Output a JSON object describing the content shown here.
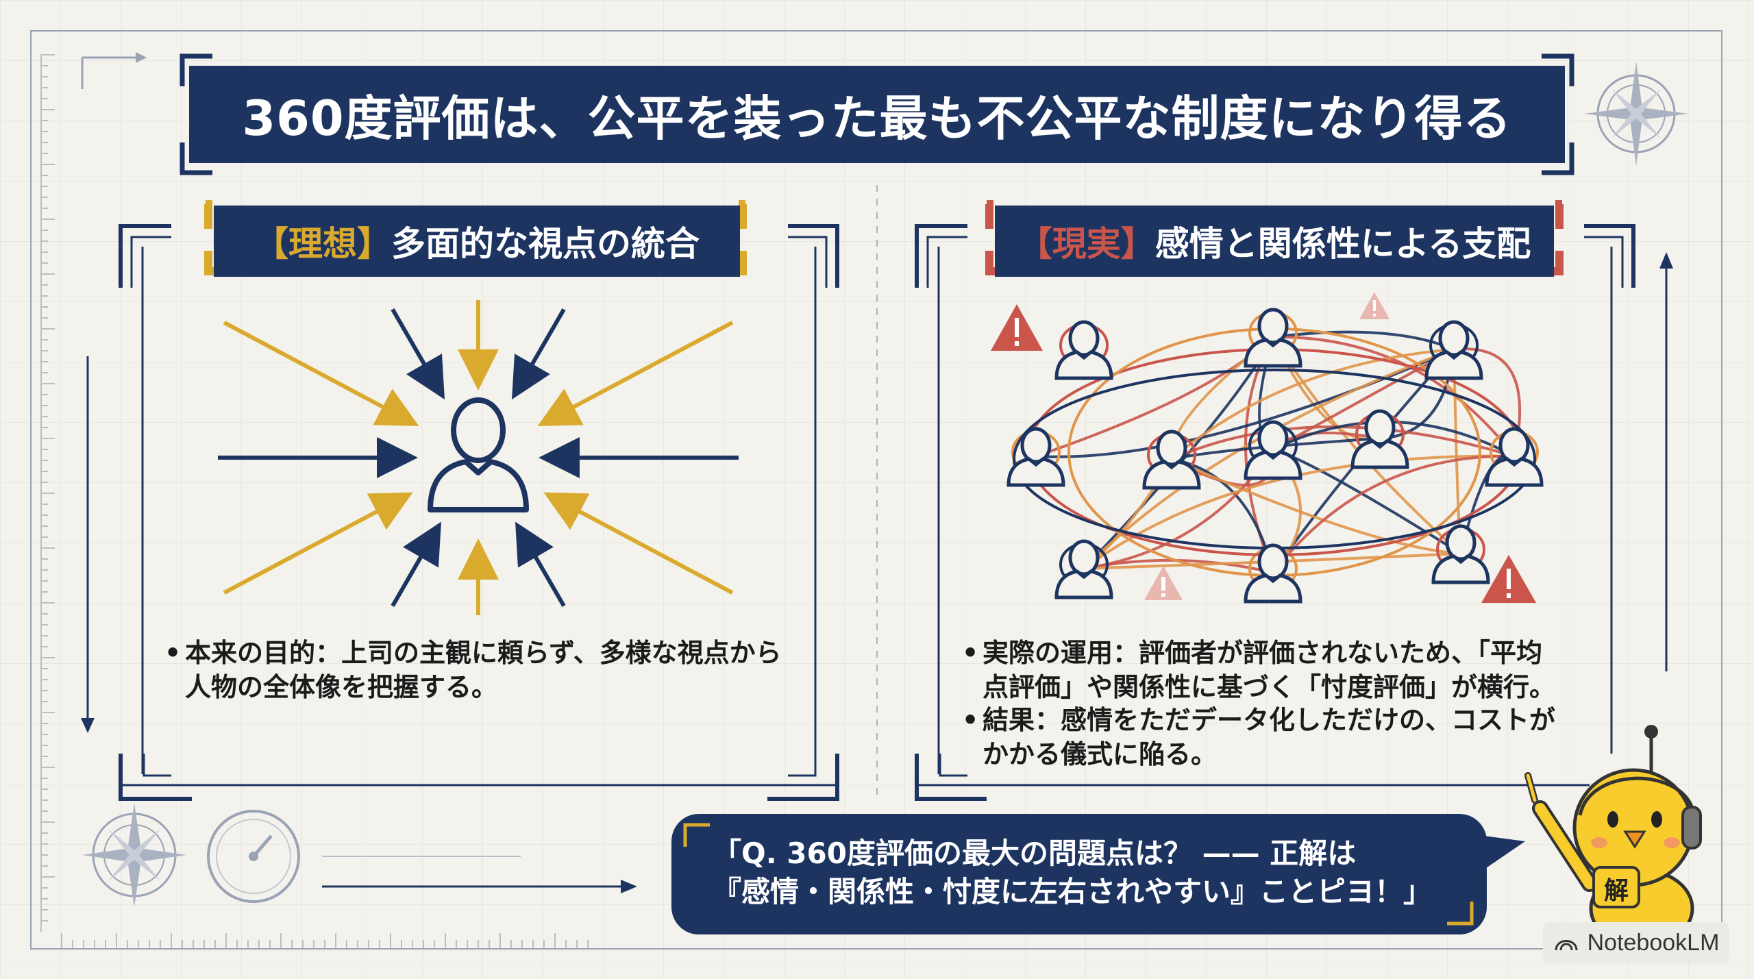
{
  "title": "360度評価は、公平を装った最も不公平な制度になり得る",
  "left_panel": {
    "bracket_label": "【理想】",
    "heading": "多面的な視点の統合",
    "bullets": [
      {
        "lines": [
          "本来の目的：上司の主観に頼らず、多様な視点から",
          "人物の全体像を把握する。"
        ]
      }
    ]
  },
  "right_panel": {
    "bracket_label": "【現実】",
    "heading": "感情と関係性による支配",
    "bullets": [
      {
        "lines": [
          "実際の運用：評価者が評価されないため、「平均",
          "点評価」や関係性に基づく「忖度評価」が横行。"
        ]
      },
      {
        "lines": [
          "結果：感情をただデータ化しただけの、コストが",
          "かかる儀式に陥る。"
        ]
      }
    ]
  },
  "speech_bubble": {
    "line1": "「Q. 360度評価の最大の問題点は？ —— 正解は",
    "line2": "『感情・関係性・忖度に左右されやすい』ことピヨ！」"
  },
  "mascot_badge": "解",
  "watermark": "NotebookLM",
  "colors": {
    "navy": "#1d3461",
    "gold": "#d9aa2e",
    "red": "#c9554b",
    "orange": "#e0954a",
    "background": "#f3f2ec"
  }
}
